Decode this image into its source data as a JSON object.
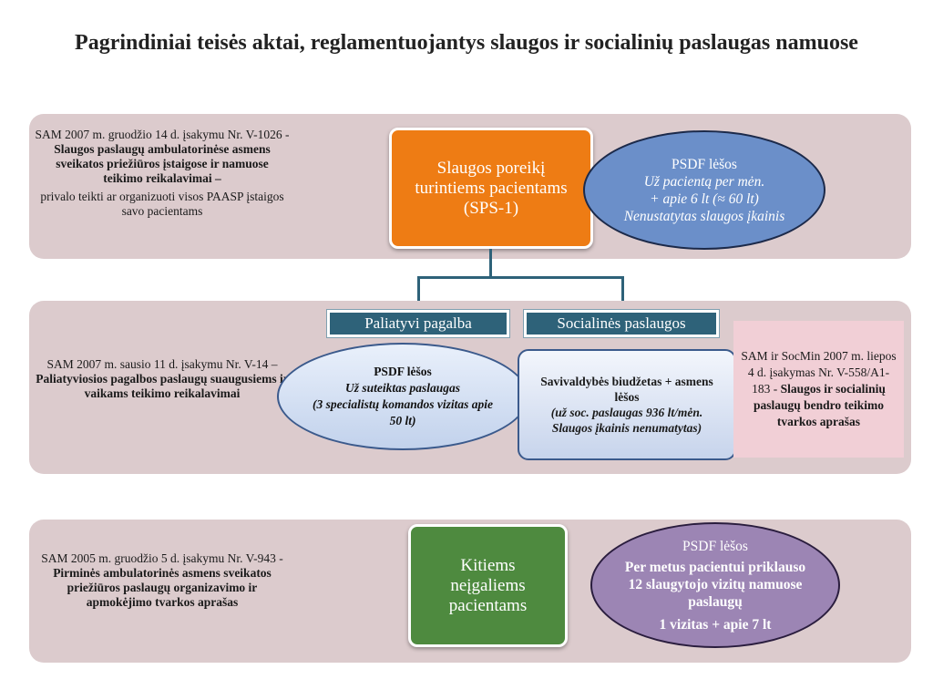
{
  "title": "Pagrindiniai teisės aktai, reglamentuojantys slaugos ir socialinių paslaugas namuose",
  "row1": {
    "legal_normal_1": "SAM  2007 m. gruodžio 14 d. įsakymu Nr. V-1026 - ",
    "legal_bold": "Slaugos paslaugų ambulatorinėse asmens sveikatos priežiūros įstaigose ir namuose teikimo reikalavimai –",
    "legal_normal_2": "privalo teikti ar organizuoti visos PAASP įstaigos savo pacientams",
    "orange_box": "Slaugos poreikį turintiems pacientams (SPS-1)",
    "ellipse": {
      "line1": "PSDF lėšos",
      "line2": "Už pacientą per mėn.",
      "line3": "+ apie 6 lt (≈  60 lt)",
      "line4": "Nenustatytas slaugos įkainis"
    }
  },
  "row2": {
    "legal_normal": "SAM 2007 m. sausio 11 d. įsakymu Nr. V-14 – ",
    "legal_bold": "Paliatyviosios pagalbos paslaugų suaugusiems ir vaikams teikimo reikalavimai",
    "label_left": "Paliatyvi pagalba",
    "label_right": "Socialinės paslaugos",
    "left_ellipse": {
      "line1": "PSDF lėšos",
      "line2": "Už suteiktas paslaugas",
      "line3": "(3 specialistų komandos vizitas apie 50 lt)"
    },
    "right_box": {
      "line1": "Savivaldybės biudžetas + asmens lėšos",
      "line2": "(už soc. paslaugas 936 lt/mėn.",
      "line3": "Slaugos įkainis nenumatytas)"
    },
    "pink_normal": "SAM ir SocMin 2007 m. liepos 4 d. įsakymas Nr. V-558/A1-183 - ",
    "pink_bold": "Slaugos ir socialinių paslaugų bendro teikimo tvarkos aprašas"
  },
  "row3": {
    "legal_normal": "SAM 2005 m. gruodžio 5 d. įsakymu Nr. V-943 - ",
    "legal_bold": "Pirminės ambulatorinės asmens sveikatos priežiūros paslaugų organizavimo ir apmokėjimo tvarkos aprašas",
    "green_box": "Kitiems neįgaliems pacientams",
    "ellipse": {
      "line1": "PSDF lėšos",
      "line2": "Per metus pacientui priklauso 12 slaugytojo vizitų namuose paslaugų",
      "line3": "1 vizitas + apie 7 lt"
    }
  },
  "colors": {
    "band": "#dccbcd",
    "orange": "#ee7c14",
    "green": "#4e8a3f",
    "blue_ellipse": "#6b8fc9",
    "purple_ellipse": "#9c85b4",
    "label_teal": "#2e6279",
    "pink_box": "#f1cfd6"
  }
}
